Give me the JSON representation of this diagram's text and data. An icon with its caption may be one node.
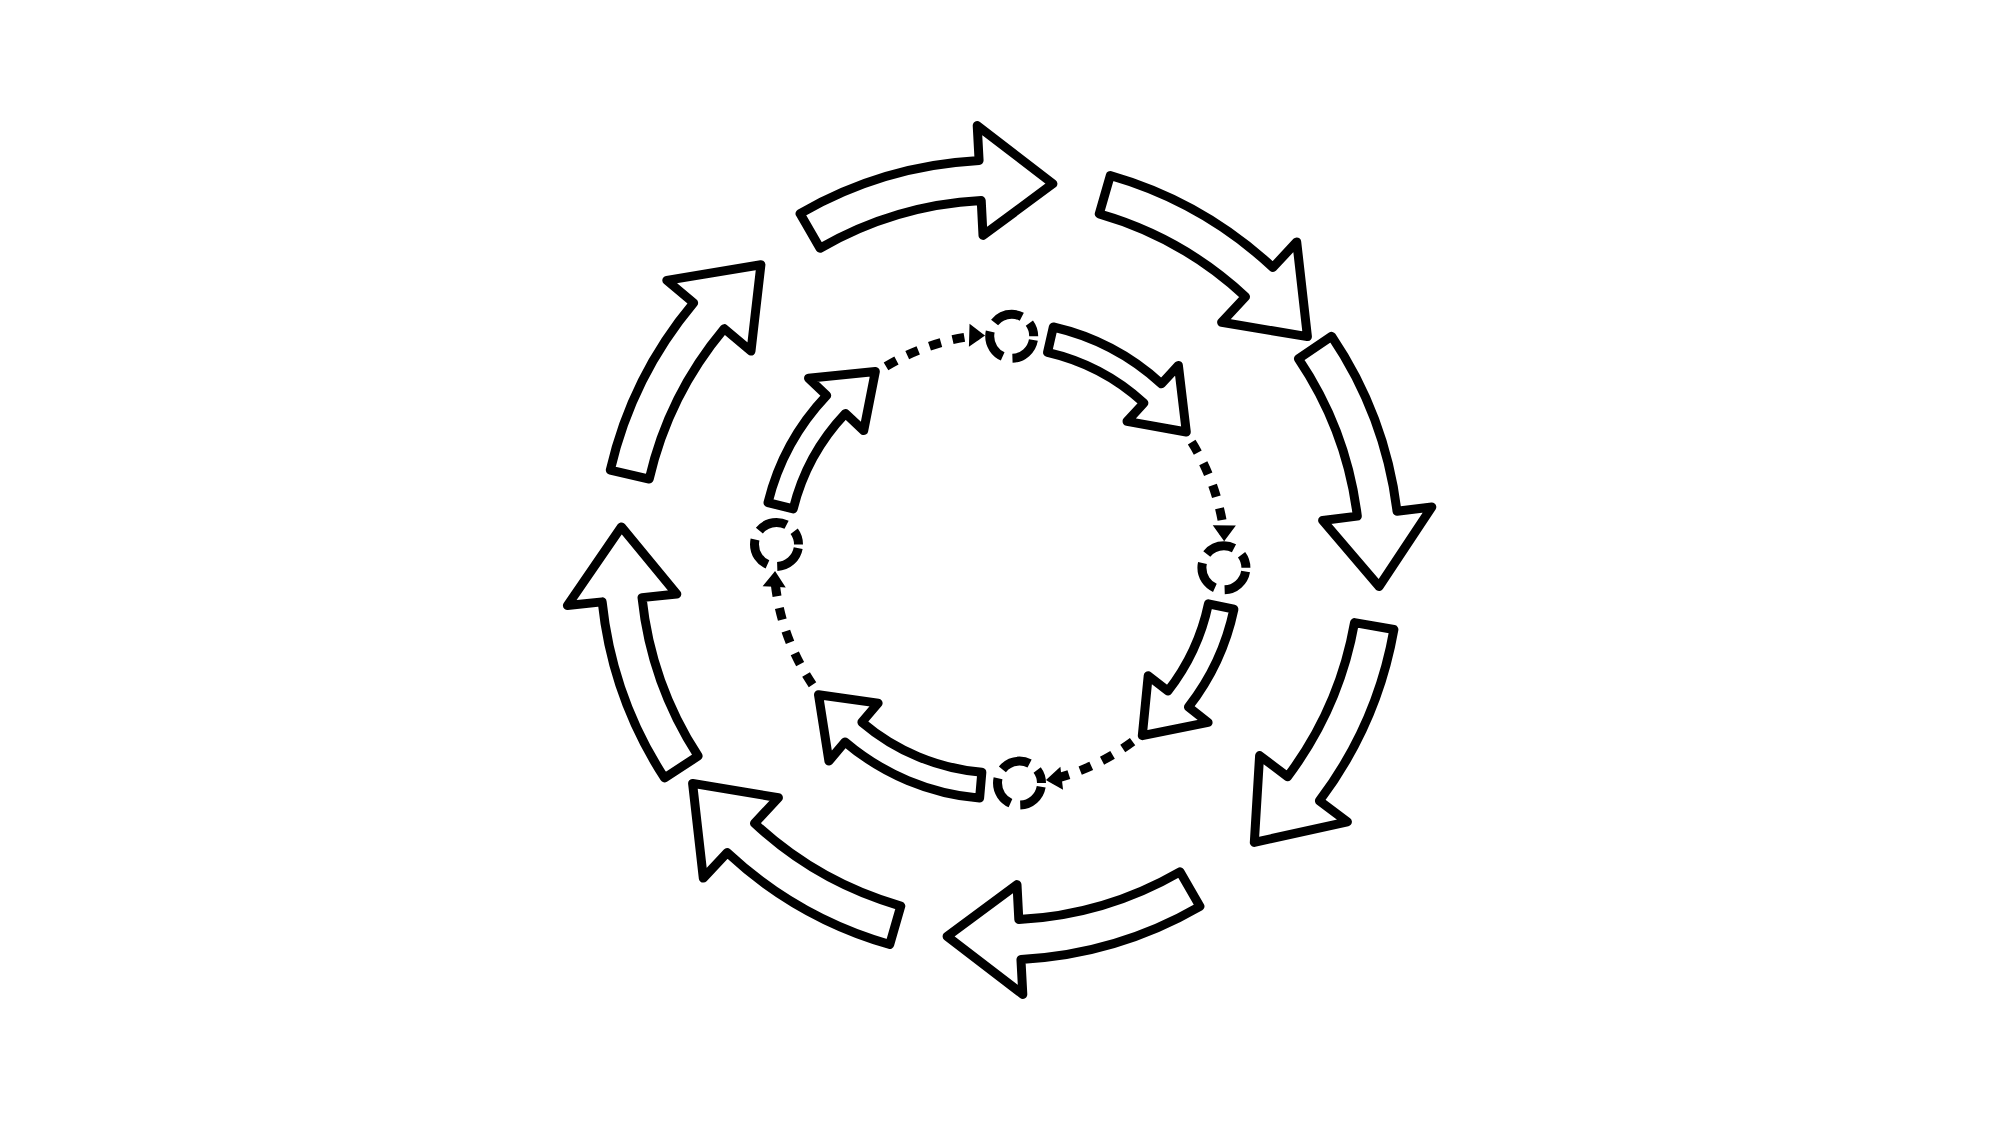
{
  "diagram": {
    "nodes": [
      {
        "text": [],
        "shape": "circle"
      },
      {
        "text": [],
        "shape": "circle"
      },
      {
        "text": [],
        "shape": "circle"
      },
      {
        "text": [],
        "shape": "circle"
      }
    ],
    "edges": [
      {
        "from": 1,
        "to": 0,
        "arrow": "to",
        "style": "dashed"
      },
      {
        "from": 0,
        "to": 2,
        "arrow": "to",
        "style": "dashed"
      },
      {
        "from": 2,
        "to": 3,
        "arrow": "to",
        "style": "dashed"
      },
      {
        "from": 3,
        "to": 1,
        "arrow": "to",
        "style": "dashed"
      }
    ]
  }
}
